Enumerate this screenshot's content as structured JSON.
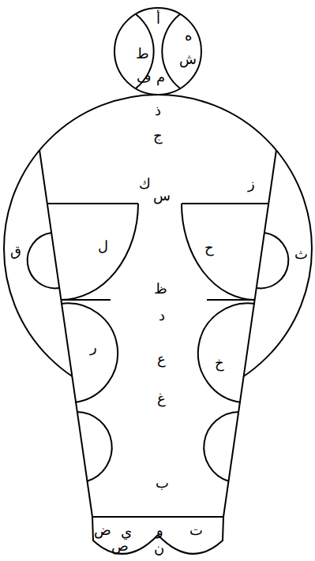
{
  "diagram": {
    "labels": [
      "أ",
      "ه",
      "ط",
      "ش",
      "ف",
      "م",
      "ذ",
      "ج",
      "ك",
      "ز",
      "س",
      "ق",
      "ل",
      "ح",
      "ث",
      "ظ",
      "د",
      "ر",
      "خ",
      "ع",
      "غ",
      "ب",
      "ض",
      "ي",
      "و",
      "ت",
      "ص",
      "ن"
    ]
  }
}
